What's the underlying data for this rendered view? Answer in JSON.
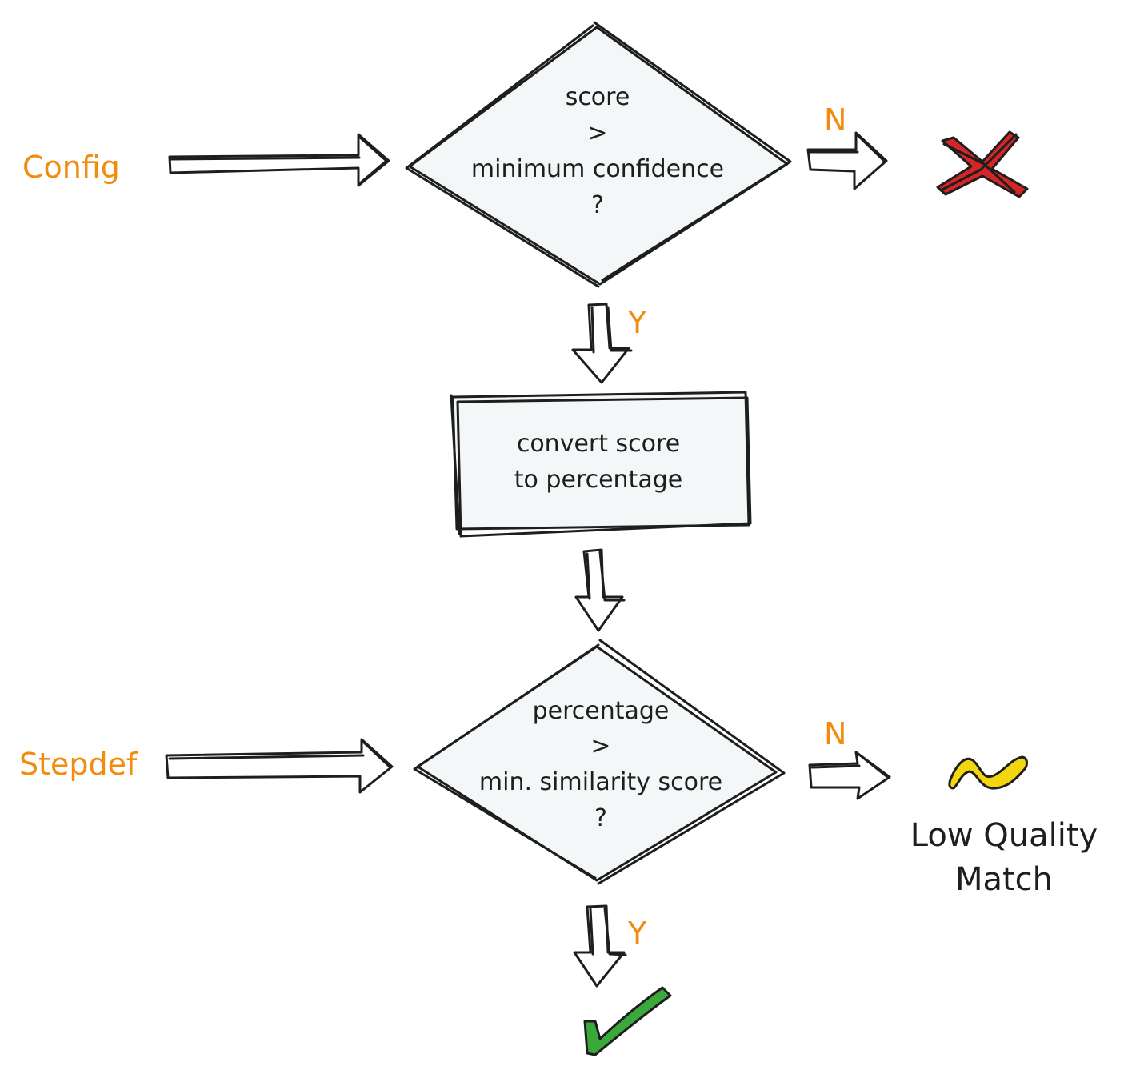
{
  "inputs": {
    "config": "Config",
    "stepdef": "Stepdef"
  },
  "decision1": {
    "line1": "score",
    "line2": ">",
    "line3": "minimum confidence",
    "line4": "?"
  },
  "process": {
    "line1": "convert score",
    "line2": "to percentage"
  },
  "decision2": {
    "line1": "percentage",
    "line2": ">",
    "line3": "min. similarity score",
    "line4": "?"
  },
  "branches": {
    "no1": "N",
    "yes1": "Y",
    "no2": "N",
    "yes2": "Y"
  },
  "results": {
    "low_quality_line1": "Low Quality",
    "low_quality_line2": "Match"
  },
  "icons": {
    "reject": "red-cross-icon",
    "low_quality": "yellow-squiggle-icon",
    "accept": "green-check-icon"
  },
  "colors": {
    "label": "#f28c0f",
    "stroke": "#1e1e1e",
    "shape_fill": "#f4f7f8",
    "reject": "#d42626",
    "low_quality": "#f2d70f",
    "accept": "#3aa83a"
  }
}
